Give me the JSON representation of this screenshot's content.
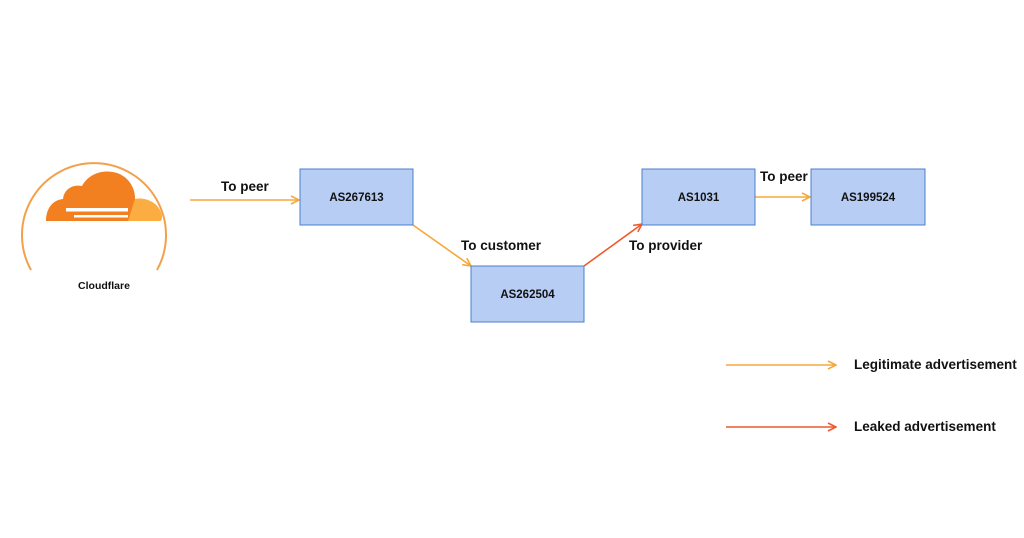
{
  "colors": {
    "legitimate": "#f5a83a",
    "leaked": "#ee5a2e",
    "node_fill": "#b7cdf3",
    "node_stroke": "#4a7fd1",
    "cloud_circle": "#f2a04a",
    "cloud_main": "#f38020",
    "cloud_secondary": "#fbad41"
  },
  "origin": {
    "label": "Cloudflare",
    "icon": "cloudflare-cloud-icon"
  },
  "nodes": [
    {
      "id": "as267613",
      "label": "AS267613"
    },
    {
      "id": "as262504",
      "label": "AS262504"
    },
    {
      "id": "as1031",
      "label": "AS1031"
    },
    {
      "id": "as199524",
      "label": "AS199524"
    }
  ],
  "edges": [
    {
      "from": "cloudflare",
      "to": "as267613",
      "label": "To peer",
      "kind": "legitimate"
    },
    {
      "from": "as267613",
      "to": "as262504",
      "label": "To customer",
      "kind": "legitimate"
    },
    {
      "from": "as262504",
      "to": "as1031",
      "label": "To provider",
      "kind": "leaked"
    },
    {
      "from": "as1031",
      "to": "as199524",
      "label": "To peer",
      "kind": "legitimate"
    }
  ],
  "legend": {
    "legitimate": "Legitimate advertisement",
    "leaked": "Leaked advertisement"
  }
}
